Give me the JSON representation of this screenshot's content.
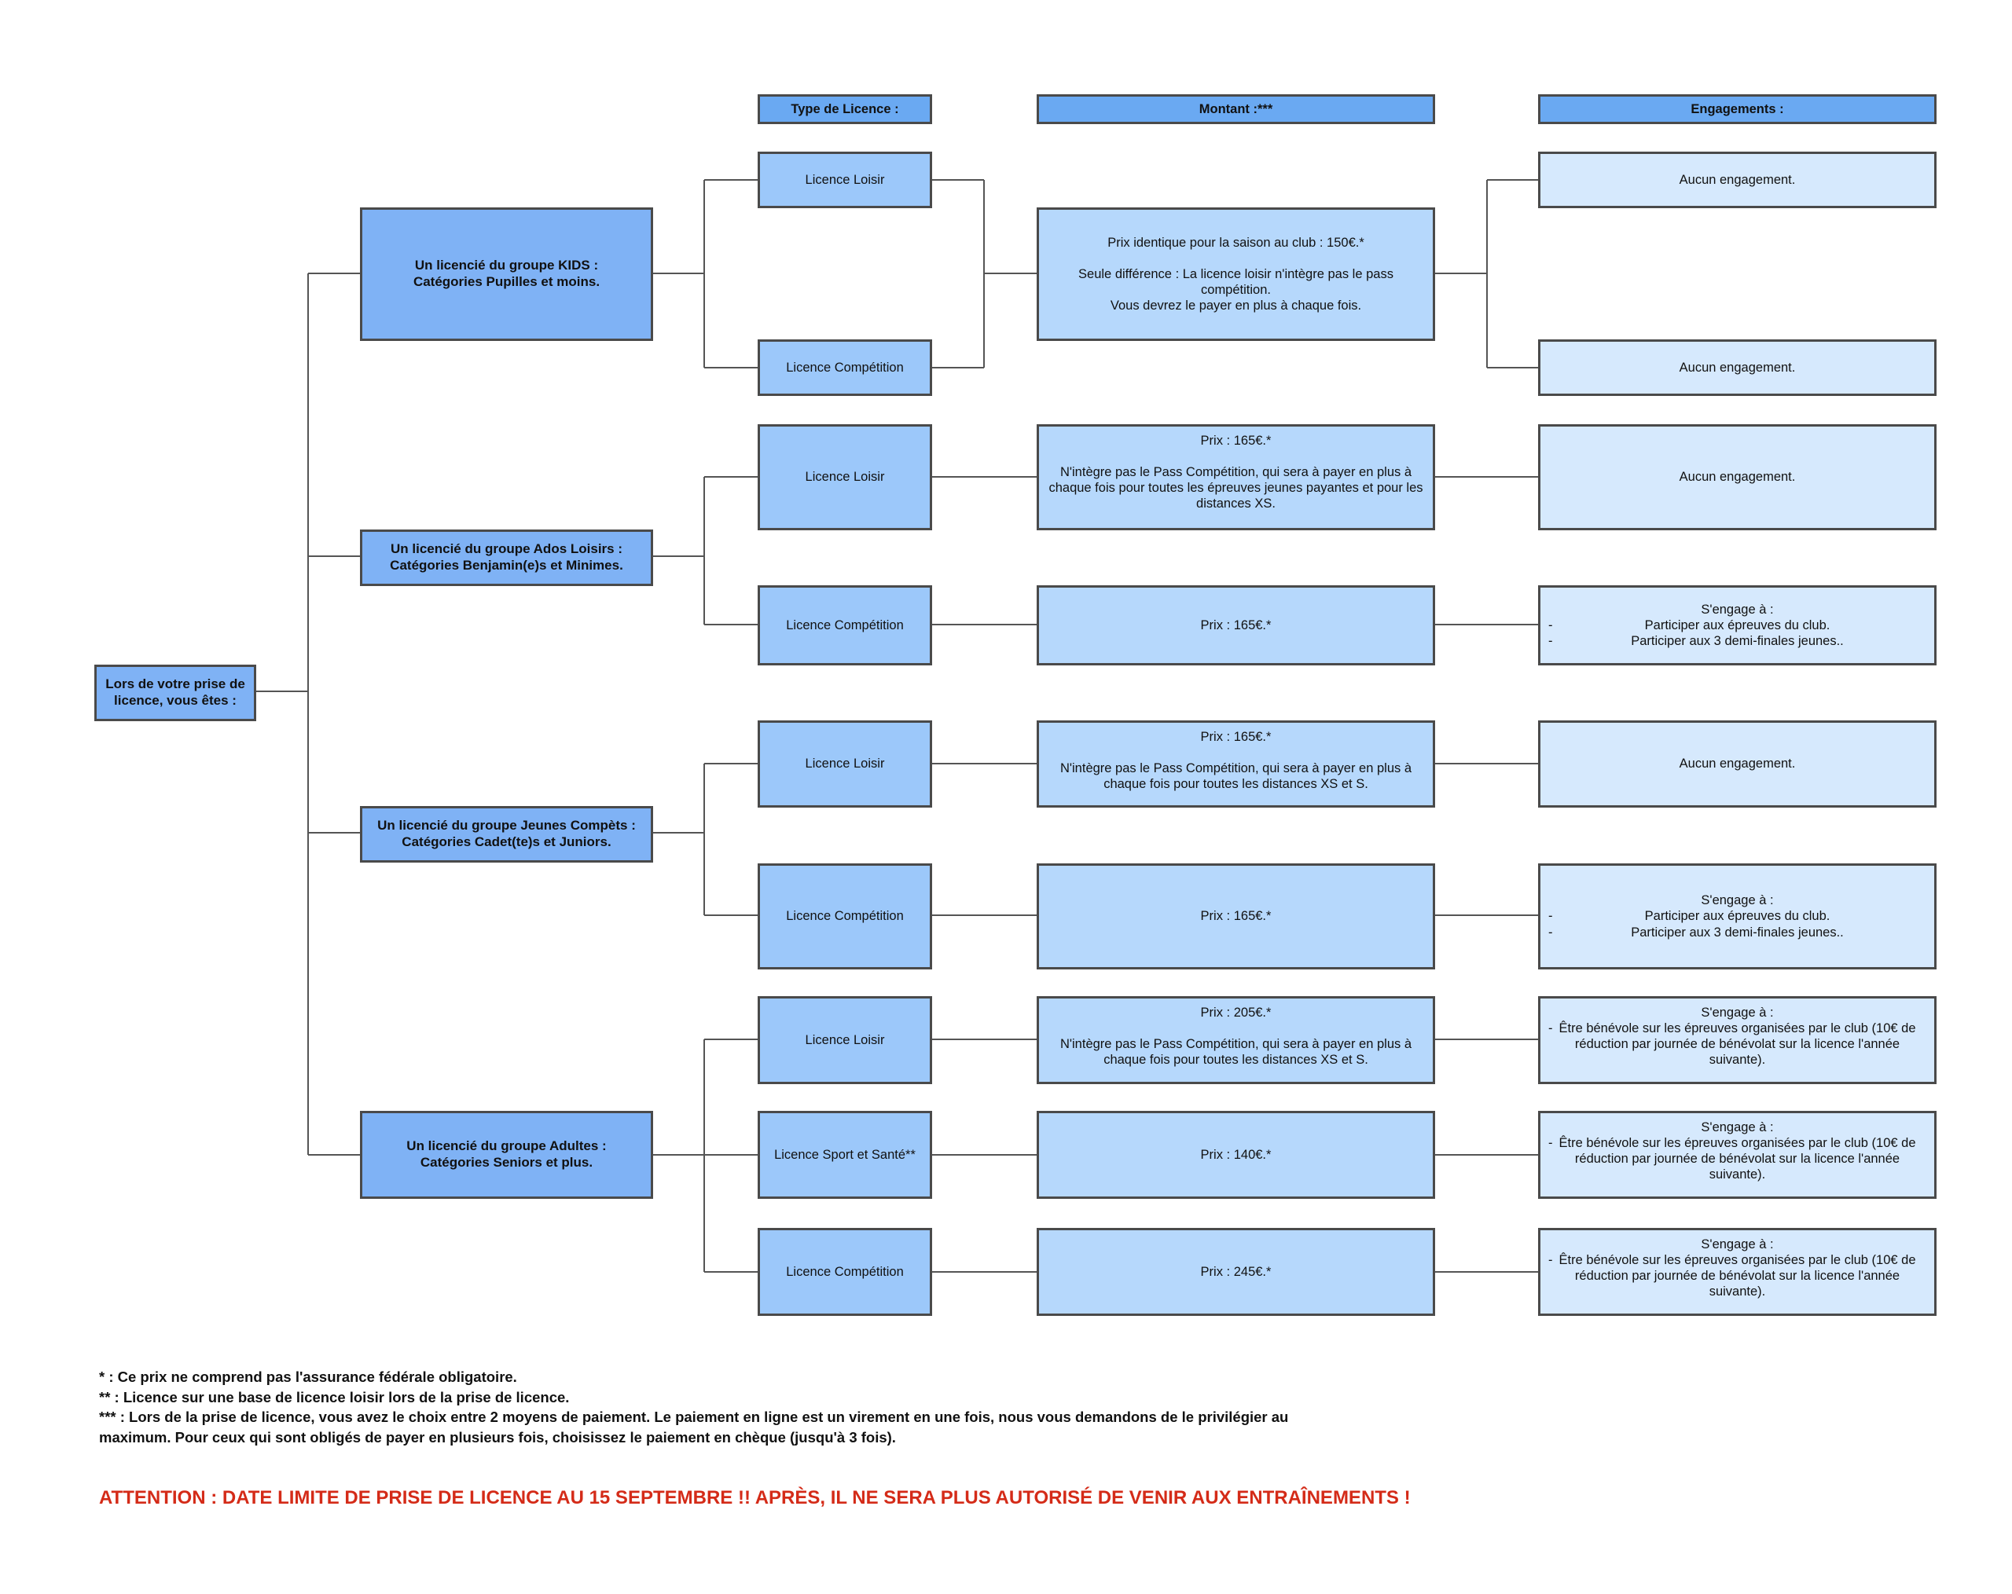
{
  "headers": {
    "type": "Type de Licence :",
    "montant": "Montant :***",
    "engagements": "Engagements :"
  },
  "root": [
    "Lors de votre prise de",
    "licence, vous êtes :"
  ],
  "groups": [
    [
      "Un licencié du groupe KIDS :",
      "Catégories Pupilles et moins."
    ],
    [
      "Un licencié du groupe Ados Loisirs :",
      "Catégories Benjamin(e)s et Minimes."
    ],
    [
      "Un licencié du groupe Jeunes Compèts :",
      "Catégories Cadet(te)s et Juniors."
    ],
    [
      "Un licencié du groupe Adultes :",
      "Catégories Seniors et plus."
    ]
  ],
  "types": {
    "kids_loisir": "Licence Loisir",
    "kids_competition": "Licence Compétition",
    "ados_loisir": "Licence Loisir",
    "ados_competition": "Licence Compétition",
    "jeunes_loisir": "Licence Loisir",
    "jeunes_competition": "Licence Compétition",
    "adultes_loisir": "Licence Loisir",
    "adultes_sport": "Licence Sport et Santé**",
    "adultes_competition": "Licence Compétition"
  },
  "prices": {
    "kids": {
      "l1": "Prix identique pour la saison au club : 150€.*",
      "l2": "Seule différence : La licence loisir n'intègre pas le pass",
      "l3": "compétition.",
      "l4": "Vous devrez le payer en plus à chaque fois."
    },
    "ados_loisir": {
      "l1": "Prix : 165€.*",
      "l2": "N'intègre pas le Pass Compétition, qui sera à payer en plus à",
      "l3": "chaque fois pour toutes les épreuves jeunes payantes et pour les",
      "l4": "distances XS."
    },
    "ados_competition": "Prix : 165€.*",
    "jeunes_loisir": {
      "l1": "Prix : 165€.*",
      "l2": "N'intègre pas le Pass Compétition, qui sera à payer en plus à",
      "l3": "chaque fois pour toutes les distances XS et S."
    },
    "jeunes_competition": "Prix : 165€.*",
    "adultes_loisir": {
      "l1": "Prix : 205€.*",
      "l2": "N'intègre pas le Pass Compétition, qui sera à payer en plus à",
      "l3": "chaque fois pour toutes les distances XS et S."
    },
    "adultes_sport": "Prix : 140€.*",
    "adultes_competition": "Prix : 245€.*"
  },
  "engagements": {
    "none": "Aucun engagement.",
    "sengage": "S'engage à :",
    "participer_epreuves": "Participer aux épreuves du club.",
    "participer_demi": "Participer aux 3 demi-finales jeunes..",
    "benevole": [
      "Être bénévole sur les épreuves organisées par le club (10€ de",
      "réduction par journée de bénévolat sur la licence l'année",
      "suivante)."
    ],
    "dash": "-"
  },
  "footnotes": [
    "*  : Ce prix ne comprend pas l'assurance fédérale obligatoire.",
    "** : Licence sur une base de licence loisir lors de la prise de licence.",
    "*** : Lors de la prise de licence, vous avez le choix entre 2 moyens de paiement. Le paiement en ligne est un virement en une fois, nous vous demandons de le privilégier au",
    "maximum. Pour ceux qui sont obligés de payer en plusieurs fois, choisissez le paiement en chèque (jusqu'à 3 fois)."
  ],
  "attention": "ATTENTION : DATE LIMITE DE PRISE DE LICENCE AU 15 SEPTEMBRE !! APRÈS, IL NE SERA PLUS AUTORISÉ DE VENIR AUX ENTRAÎNEMENTS !"
}
